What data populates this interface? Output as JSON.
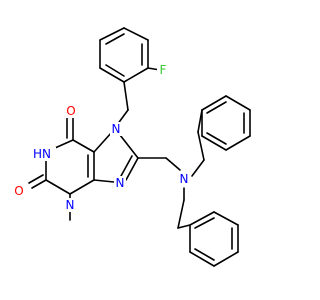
{
  "colors": {
    "carbon_bond": "#000000",
    "oxygen": "#ff0000",
    "nitrogen": "#0000ff",
    "fluorine": "#33cc33",
    "background": "#ffffff"
  },
  "labels": {
    "fluorine": "F",
    "o_top": "O",
    "o_left": "O",
    "nh": "HN",
    "n1": "N",
    "n3": "N",
    "n7": "N",
    "n9": "N",
    "n_amine": "N"
  }
}
